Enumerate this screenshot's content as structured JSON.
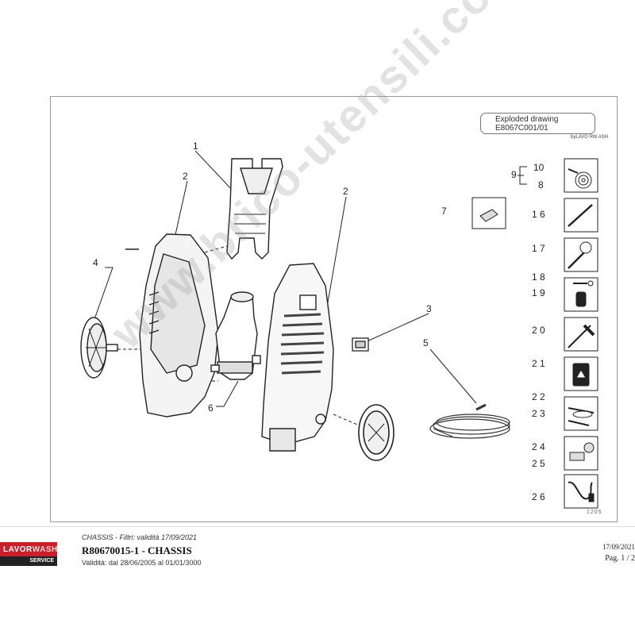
{
  "drawing": {
    "title": "Exploded drawing E8067C001/01",
    "subtitle": "byLAVO RW ASH",
    "code": "1205"
  },
  "callouts": {
    "n1": "1",
    "n2a": "2",
    "n2b": "2",
    "n3": "3",
    "n4": "4",
    "n5": "5",
    "n6": "6",
    "n7": "7",
    "n8": "8",
    "n9": "9",
    "n10": "10",
    "n16": "1 6",
    "n17": "1 7",
    "n18": "1 8",
    "n19": "1 9",
    "n20": "2 0",
    "n21": "2 1",
    "n22": "2 2",
    "n23": "2 3",
    "n24": "2 4",
    "n25": "2 5",
    "n26": "2 6"
  },
  "watermark": "www.brico-utensili.com",
  "footer": {
    "logo_main": "LAVOR",
    "logo_wash": "WASH",
    "logo_service": "SERVICE",
    "subtitle": "CHASSIS - Filtri: validità 17/09/2021",
    "title": "R80670015-1 - CHASSIS",
    "validity": "Validità: dal 28/06/2005 al 01/01/3000",
    "date": "17/09/2021",
    "page": "Pag. 1 / 2"
  }
}
